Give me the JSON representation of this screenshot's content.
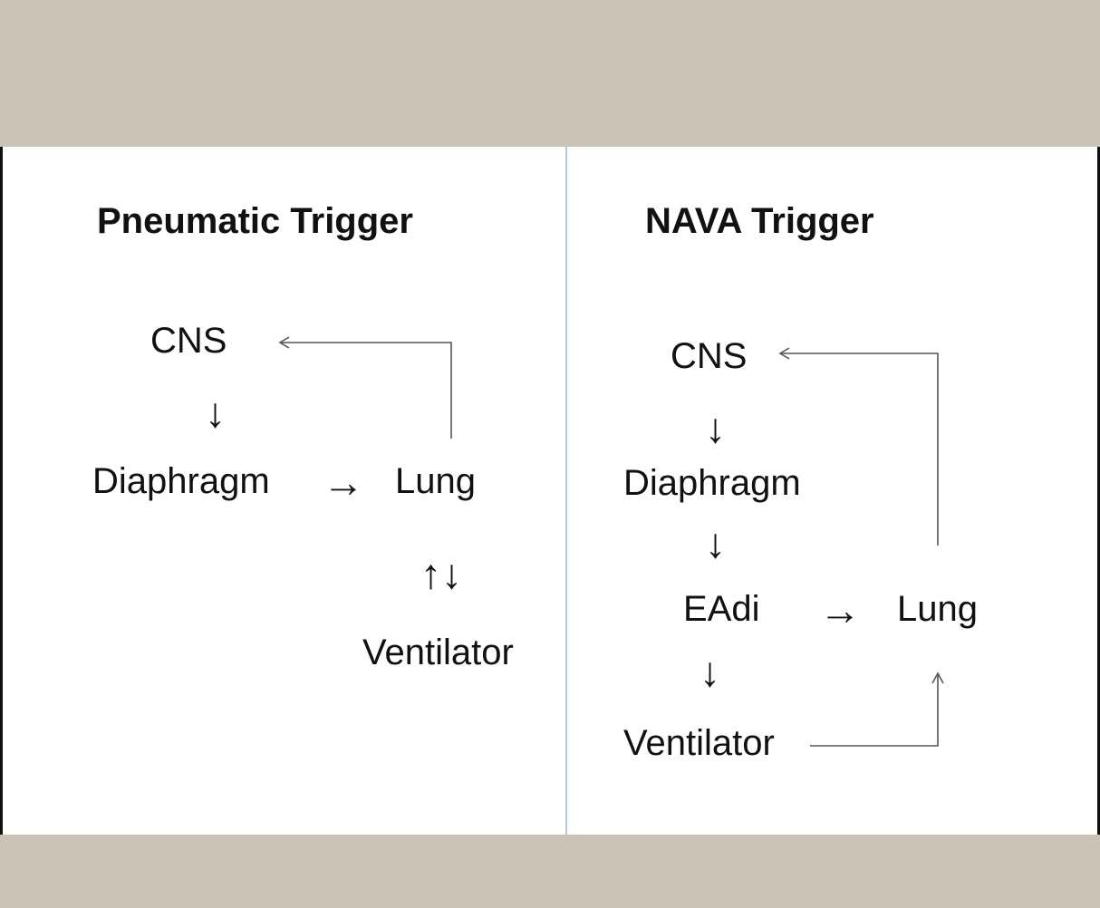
{
  "left": {
    "title": "Pneumatic Trigger",
    "nodes": {
      "cns": "CNS",
      "diaphragm": "Diaphragm",
      "lung": "Lung",
      "ventilator": "Ventilator"
    },
    "arrows": {
      "down": "↓",
      "right": "→",
      "updown": "↑↓"
    }
  },
  "right": {
    "title": "NAVA Trigger",
    "nodes": {
      "cns": "CNS",
      "diaphragm": "Diaphragm",
      "eadi": "EAdi",
      "lung": "Lung",
      "ventilator": "Ventilator"
    },
    "arrows": {
      "down": "↓",
      "right": "→"
    }
  },
  "colors": {
    "frame": "#c9c3b8",
    "panel": "#ffffff",
    "divider": "#b9c7d6",
    "text": "#111111",
    "connector": "#555555"
  }
}
